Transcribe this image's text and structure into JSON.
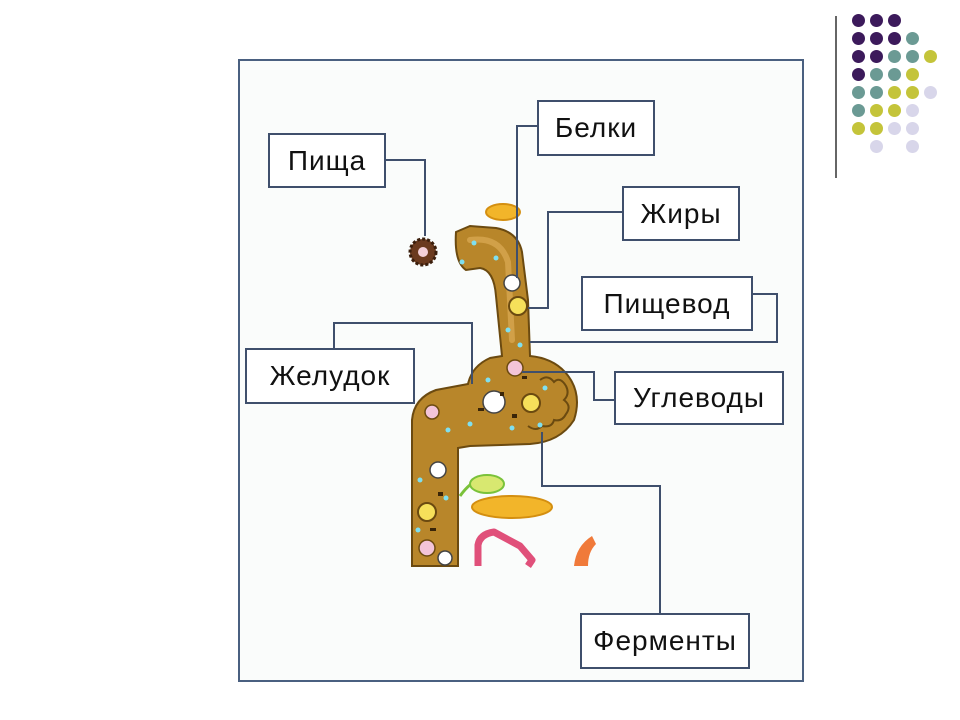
{
  "labels": {
    "food": "Пища",
    "proteins": "Белки",
    "fats": "Жиры",
    "esophagus": "Пищевод",
    "stomach": "Желудок",
    "carbohydrates": "Углеводы",
    "enzymes": "Ферменты"
  },
  "colors": {
    "frame_border": "#4a6080",
    "organ": "#b8862a",
    "organ_dark": "#7a5510",
    "connector": "#3f4f6c",
    "dot_purple": "#3c1a5b",
    "dot_teal": "#6b9a94",
    "dot_yellow": "#c4c43a",
    "dot_lavender": "#d8d6ea"
  },
  "decor_dots": [
    [
      "purple",
      "purple",
      "purple",
      "",
      ""
    ],
    [
      "purple",
      "purple",
      "purple",
      "teal",
      ""
    ],
    [
      "purple",
      "purple",
      "teal",
      "teal",
      "yellow"
    ],
    [
      "purple",
      "teal",
      "teal",
      "yellow",
      ""
    ],
    [
      "teal",
      "teal",
      "yellow",
      "yellow",
      "lavender"
    ],
    [
      "teal",
      "yellow",
      "yellow",
      "lavender",
      ""
    ],
    [
      "yellow",
      "yellow",
      "lavender",
      "lavender",
      ""
    ],
    [
      "",
      "lavender",
      "",
      "lavender",
      ""
    ]
  ]
}
